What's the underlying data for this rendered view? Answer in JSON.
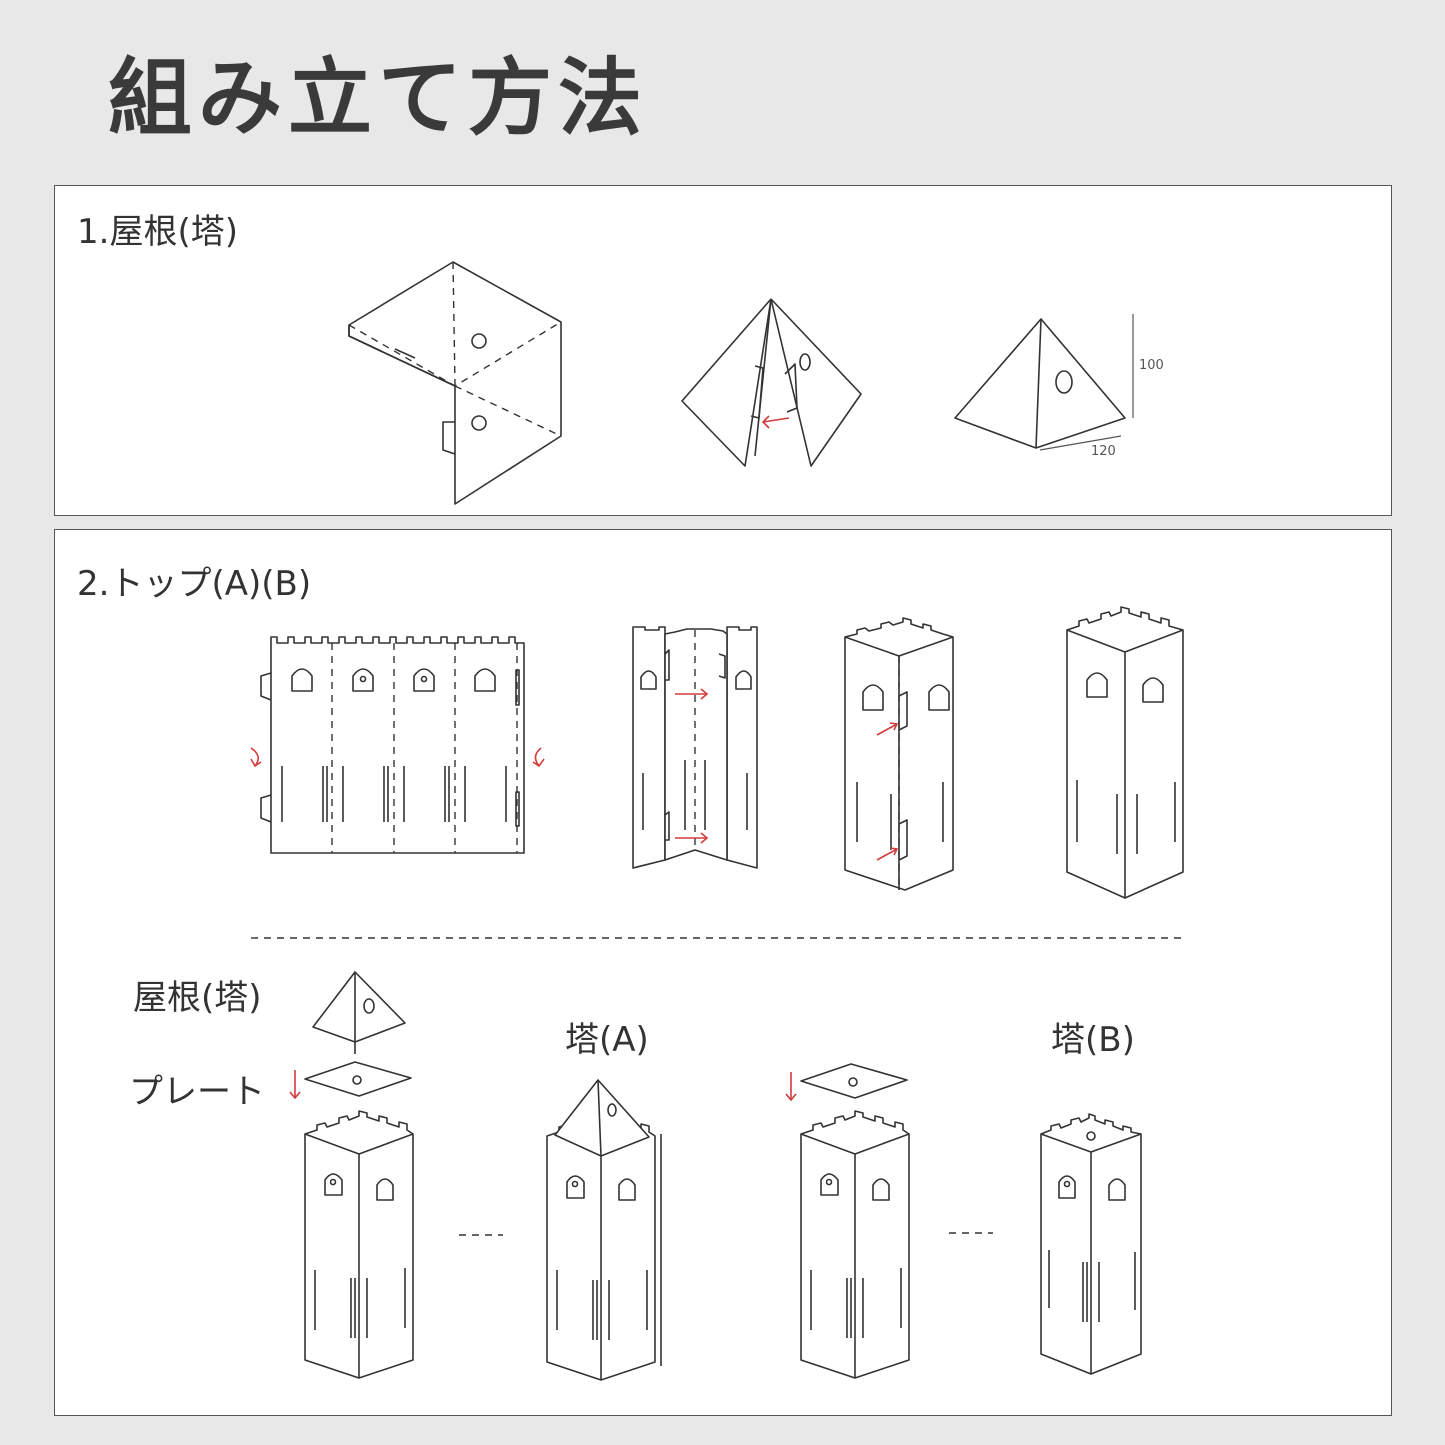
{
  "page_title": "組み立て方法",
  "section1": {
    "heading": "1.屋根(塔)",
    "dimensions": {
      "height": "100",
      "width": "120"
    }
  },
  "section2": {
    "heading": "2.トップ(A)(B)",
    "labels": {
      "roof": "屋根(塔)",
      "plate": "プレート",
      "tower_a": "塔(A)",
      "tower_b": "塔(B)"
    }
  },
  "colors": {
    "background": "#e8e8e8",
    "panel": "#ffffff",
    "line": "#333333",
    "arrow": "#d23c3c"
  }
}
